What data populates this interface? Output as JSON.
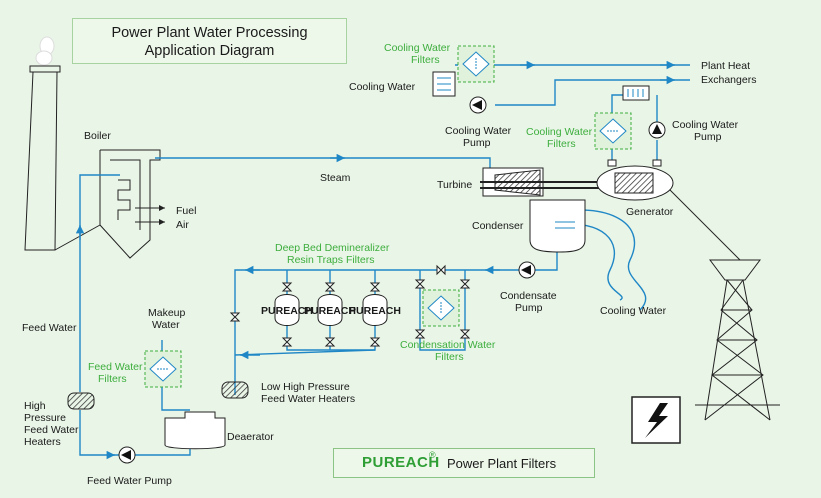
{
  "title": {
    "line1": "Power Plant Water Processing",
    "line2": "Application Diagram"
  },
  "labels": {
    "boiler": "Boiler",
    "fuel": "Fuel",
    "air": "Air",
    "steam": "Steam",
    "turbine": "Turbine",
    "generator": "Generator",
    "condenser": "Condenser",
    "feed_water": "Feed Water",
    "makeup_water_1": "Makeup",
    "makeup_water_2": "Water",
    "cooling_water_left": "Cooling Water",
    "cooling_water_pump_left_1": "Cooling Water",
    "cooling_water_pump_left_2": "Pump",
    "cooling_water_pump_right_1": "Cooling Water",
    "cooling_water_pump_right_2": "Pump",
    "plant_heat_1": "Plant Heat",
    "plant_heat_2": "Exchangers",
    "condensate_pump_1": "Condensate",
    "condensate_pump_2": "Pump",
    "cooling_water_bottom": "Cooling Water",
    "lhp_1": "Low High Pressure",
    "lhp_2": "Feed Water Heaters",
    "deaerator": "Deaerator",
    "hp_1": "High",
    "hp_2": "Pressure",
    "hp_3": "Feed Water",
    "hp_4": "Heaters",
    "feed_water_pump": "Feed Water Pump"
  },
  "green_labels": {
    "cwf_top_1": "Cooling Water",
    "cwf_top_2": "Filters",
    "cwf_mid_1": "Cooling Water",
    "cwf_mid_2": "Filters",
    "demin_1": "Deep Bed Demineralizer",
    "demin_2": "Resin Traps Filters",
    "cond_filters_1": "Condensation Water",
    "cond_filters_2": "Filters",
    "fwf_1": "Feed Water",
    "fwf_2": "Filters"
  },
  "vessel_label": "PUREACH",
  "brand": {
    "name": "PUREACH",
    "reg": "®",
    "subtitle": "Power Plant Filters"
  },
  "colors": {
    "pipe": "#1f87c6",
    "green": "#3dae3d",
    "background": "#e9f5e7"
  }
}
